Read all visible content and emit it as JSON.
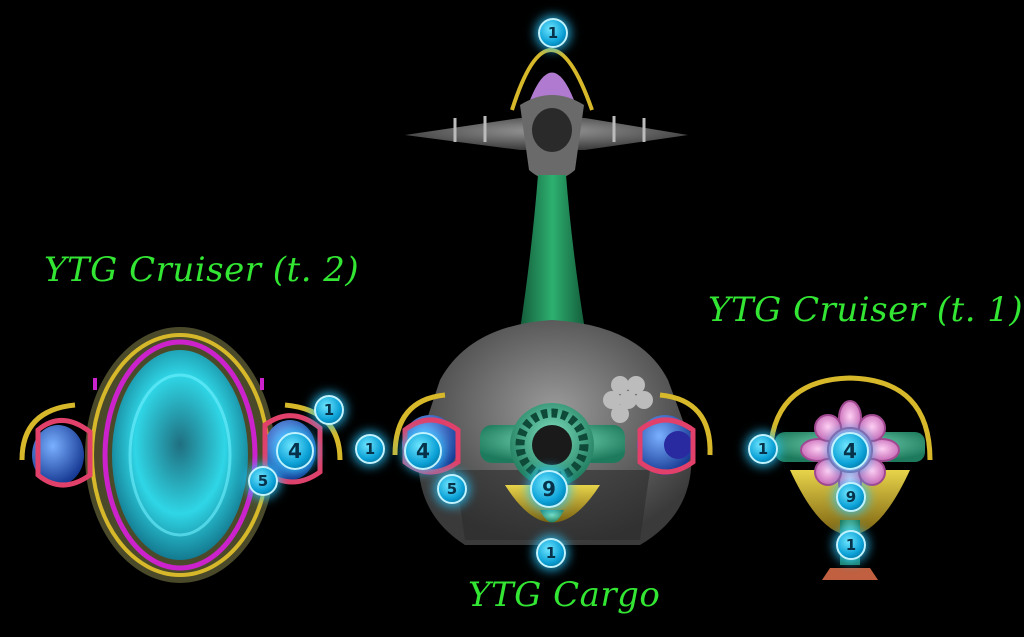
{
  "titles": {
    "cruiser_t2": "YTG Cruiser (t. 2)",
    "cruiser_t1": "YTG Cruiser (t. 1)",
    "cargo": "YTG Cargo"
  },
  "markers": {
    "cargo_top": "1",
    "cargo_left": "1",
    "cargo_bottom": "1",
    "cargo_engine": "4",
    "cargo_engine_lower": "5",
    "cargo_core": "9",
    "t2_right": "1",
    "t2_engine": "4",
    "t2_engine_lower": "5",
    "t1_left": "1",
    "t1_core": "4",
    "t1_lower": "9",
    "t1_bottom": "1"
  },
  "colors": {
    "label": "#33e633",
    "hull_gray": "#5a5a5a",
    "green_section": "#1f8a55",
    "teal_section": "#2aa37f",
    "cyan_dish": "#2fd6e6",
    "magenta_trim": "#cc22cc",
    "pink_engine": "#e0406a",
    "blue_engine": "#2a66d6",
    "gold_arc": "#d6b82a",
    "pink_flower": "#e08ad6"
  }
}
